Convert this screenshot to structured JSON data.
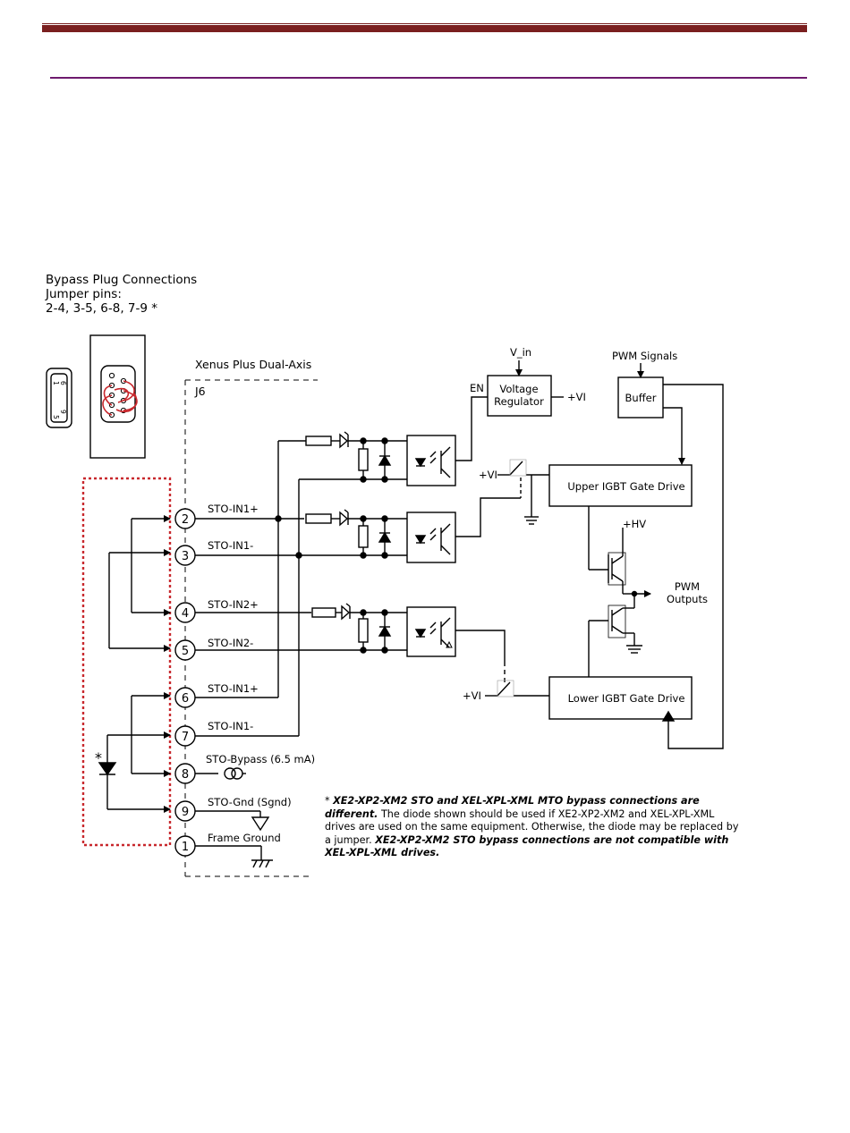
{
  "intro": {
    "title": "Bypass Plug Connections",
    "jumper_label": "Jumper pins:",
    "jumper_pins": "2-4, 3-5, 6-8, 7-9 *"
  },
  "connector": {
    "pin_1": "1",
    "pin_5": "5",
    "pin_6": "6",
    "pin_9": "9"
  },
  "header": {
    "drive": "Xenus Plus Dual-Axis",
    "connector": "J6"
  },
  "pins": [
    {
      "num": "2",
      "label": "STO-IN1+"
    },
    {
      "num": "3",
      "label": "STO-IN1-"
    },
    {
      "num": "4",
      "label": "STO-IN2+"
    },
    {
      "num": "5",
      "label": "STO-IN2-"
    },
    {
      "num": "6",
      "label": "STO-IN1+"
    },
    {
      "num": "7",
      "label": "STO-IN1-"
    },
    {
      "num": "8",
      "label": "STO-Bypass (6.5 mA)"
    },
    {
      "num": "9",
      "label": "STO-Gnd (Sgnd)"
    },
    {
      "num": "1",
      "label": "Frame Ground"
    }
  ],
  "diode_mark": "*",
  "blocks": {
    "vin": "V_in",
    "en": "EN",
    "regulator_1": "Voltage",
    "regulator_2": "Regulator",
    "vi_out": "+VI",
    "pwm_signals": "PWM Signals",
    "buffer": "Buffer",
    "vi_upper": "+VI",
    "upper_gate": "Upper IGBT Gate Drive",
    "hv": "+HV",
    "pwm_out_1": "PWM",
    "pwm_out_2": "Outputs",
    "vi_lower": "+VI",
    "lower_gate": "Lower IGBT Gate Drive"
  },
  "note": {
    "star": "* ",
    "bold1": "XE2-XP2-XM2 STO and XEL-XPL-XML MTO bypass connections are different.",
    "normal": " The diode shown should be used if XE2-XP2-XM2 and XEL-XPL-XML drives are used on the same equipment. Otherwise, the diode may be replaced by a jumper. ",
    "bold2": "XE2-XP2-XM2 STO bypass connections are not compatible with XEL-XPL-XML drives."
  },
  "colors": {
    "rule": "#7a1f1f",
    "rule2": "#6e1a6e",
    "bypass": "#c8282d"
  }
}
